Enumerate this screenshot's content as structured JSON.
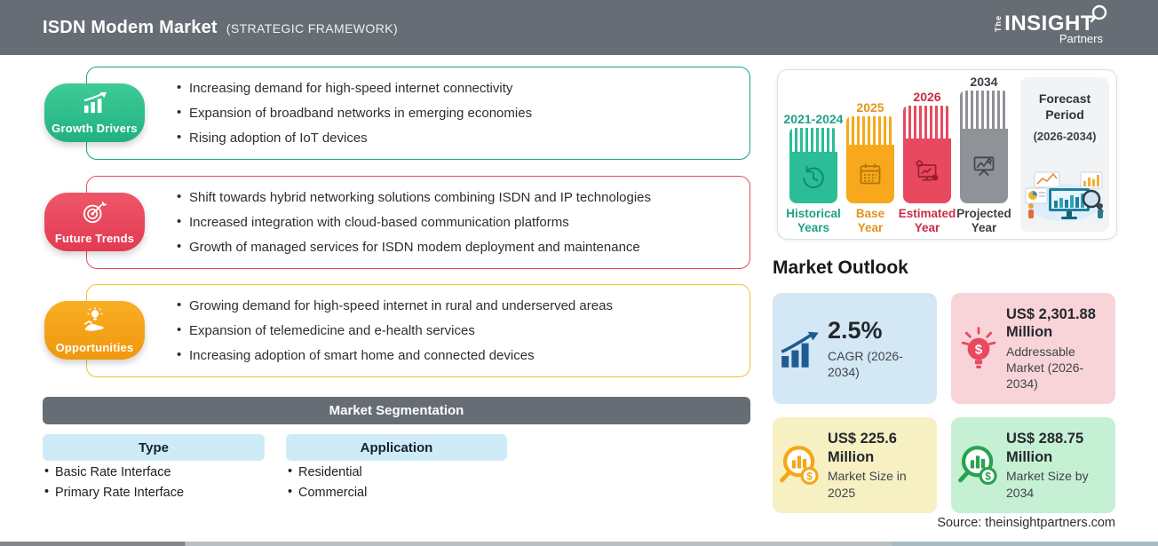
{
  "header": {
    "title": "ISDN Modem Market",
    "subtitle": "(STRATEGIC FRAMEWORK)",
    "logo": {
      "the": "The",
      "insight": "INSIGHT",
      "partners": "Partners"
    }
  },
  "framework": {
    "sections": [
      {
        "label": "Growth Drivers",
        "icon": "growth-chart-icon",
        "accent_color": "#17A28B",
        "items": [
          "Increasing demand for high-speed internet connectivity",
          "Expansion of broadband networks in emerging economies",
          "Rising adoption of IoT devices"
        ]
      },
      {
        "label": "Future Trends",
        "icon": "target-dart-icon",
        "accent_color": "#E8495F",
        "items": [
          "Shift towards hybrid networking solutions combining ISDN and IP technologies",
          "Increased integration with cloud-based communication platforms",
          "Growth of managed services for ISDN modem deployment and maintenance"
        ]
      },
      {
        "label": "Opportunities",
        "icon": "bulb-hand-icon",
        "accent_color": "#F2C230",
        "items": [
          "Growing demand for high-speed internet in rural and underserved areas",
          "Expansion of telemedicine and e-health services",
          "Increasing adoption of smart home and connected devices"
        ]
      }
    ]
  },
  "segmentation": {
    "title": "Market Segmentation",
    "columns": [
      {
        "header": "Type",
        "items": [
          "Basic Rate Interface",
          "Primary Rate Interface"
        ]
      },
      {
        "header": "Application",
        "items": [
          "Residential",
          "Commercial"
        ]
      }
    ]
  },
  "timeline": {
    "bars": [
      {
        "year": "2021-2024",
        "label1": "Historical",
        "label2": "Years",
        "color": "#2BBD96",
        "icon": "history-clock-icon"
      },
      {
        "year": "2025",
        "label1": "Base",
        "label2": "Year",
        "color": "#F7A81B",
        "icon": "calendar-icon"
      },
      {
        "year": "2026",
        "label1": "Estimated",
        "label2": "Year",
        "color": "#E8495F",
        "icon": "monitor-gear-icon"
      },
      {
        "year": "2034",
        "label1": "Projected",
        "label2": "Year",
        "color": "#8F9296",
        "icon": "projection-screen-icon"
      }
    ],
    "forecast": {
      "line1": "Forecast",
      "line2": "Period",
      "range": "(2026-2034)"
    }
  },
  "outlook": {
    "title": "Market Outlook",
    "cards": [
      {
        "value": "2.5%",
        "label": "CAGR (2026-2034)",
        "bg": "#D4E7F4",
        "icon": "cagr-growth-icon"
      },
      {
        "value": "US$ 2,301.88 Million",
        "label": "Addressable Market (2026-2034)",
        "bg": "#F8D3D8",
        "icon": "bulb-dollar-icon"
      },
      {
        "value": "US$ 225.6 Million",
        "label": "Market Size in 2025",
        "bg": "#F7F0C3",
        "icon": "magnifier-chart-orange-icon"
      },
      {
        "value": "US$ 288.75 Million",
        "label": "Market Size by 2034",
        "bg": "#C5F0D4",
        "icon": "magnifier-chart-green-icon"
      }
    ]
  },
  "source": "Source: theinsightpartners.com"
}
